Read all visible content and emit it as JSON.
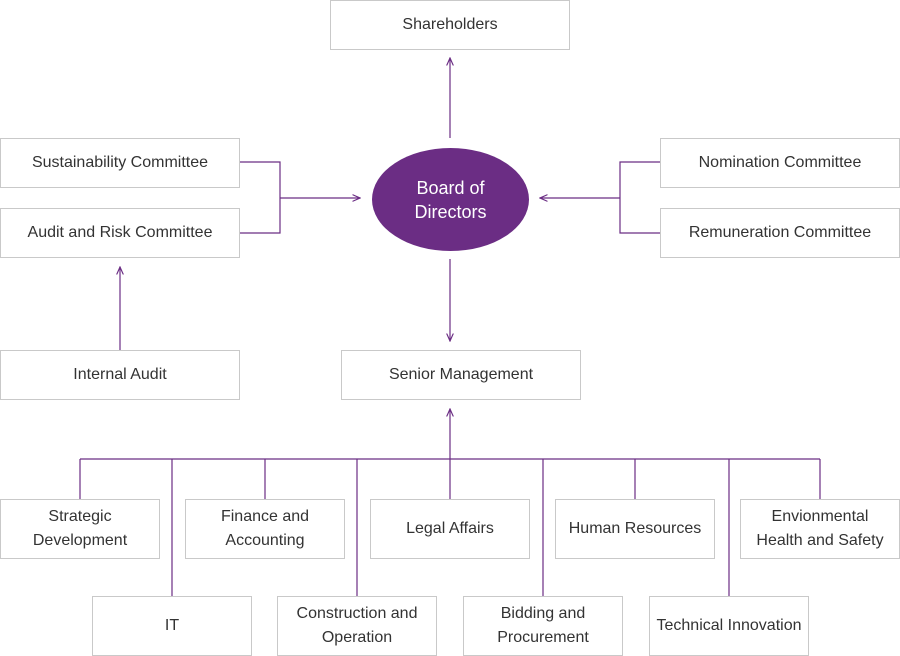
{
  "colors": {
    "accent": "#6b2d84",
    "box_border": "#c9c9c9",
    "line": "#6b2d84",
    "text": "#333333"
  },
  "nodes": {
    "shareholders": "Shareholders",
    "board": "Board of Directors",
    "sustainability_committee": "Sustainability Committee",
    "audit_risk_committee": "Audit and Risk Committee",
    "internal_audit": "Internal Audit",
    "nomination_committee": "Nomination Committee",
    "remuneration_committee": "Remuneration Committee",
    "senior_management": "Senior Management",
    "departments": {
      "strategic_development": "Strategic Development",
      "finance_accounting": "Finance and Accounting",
      "legal_affairs": "Legal Affairs",
      "human_resources": "Human Resources",
      "ehs": "Envionmental Health and Safety",
      "it": "IT",
      "construction_operation": "Construction and Operation",
      "bidding_procurement": "Bidding and Procurement",
      "technical_innovation": "Technical Innovation"
    }
  }
}
